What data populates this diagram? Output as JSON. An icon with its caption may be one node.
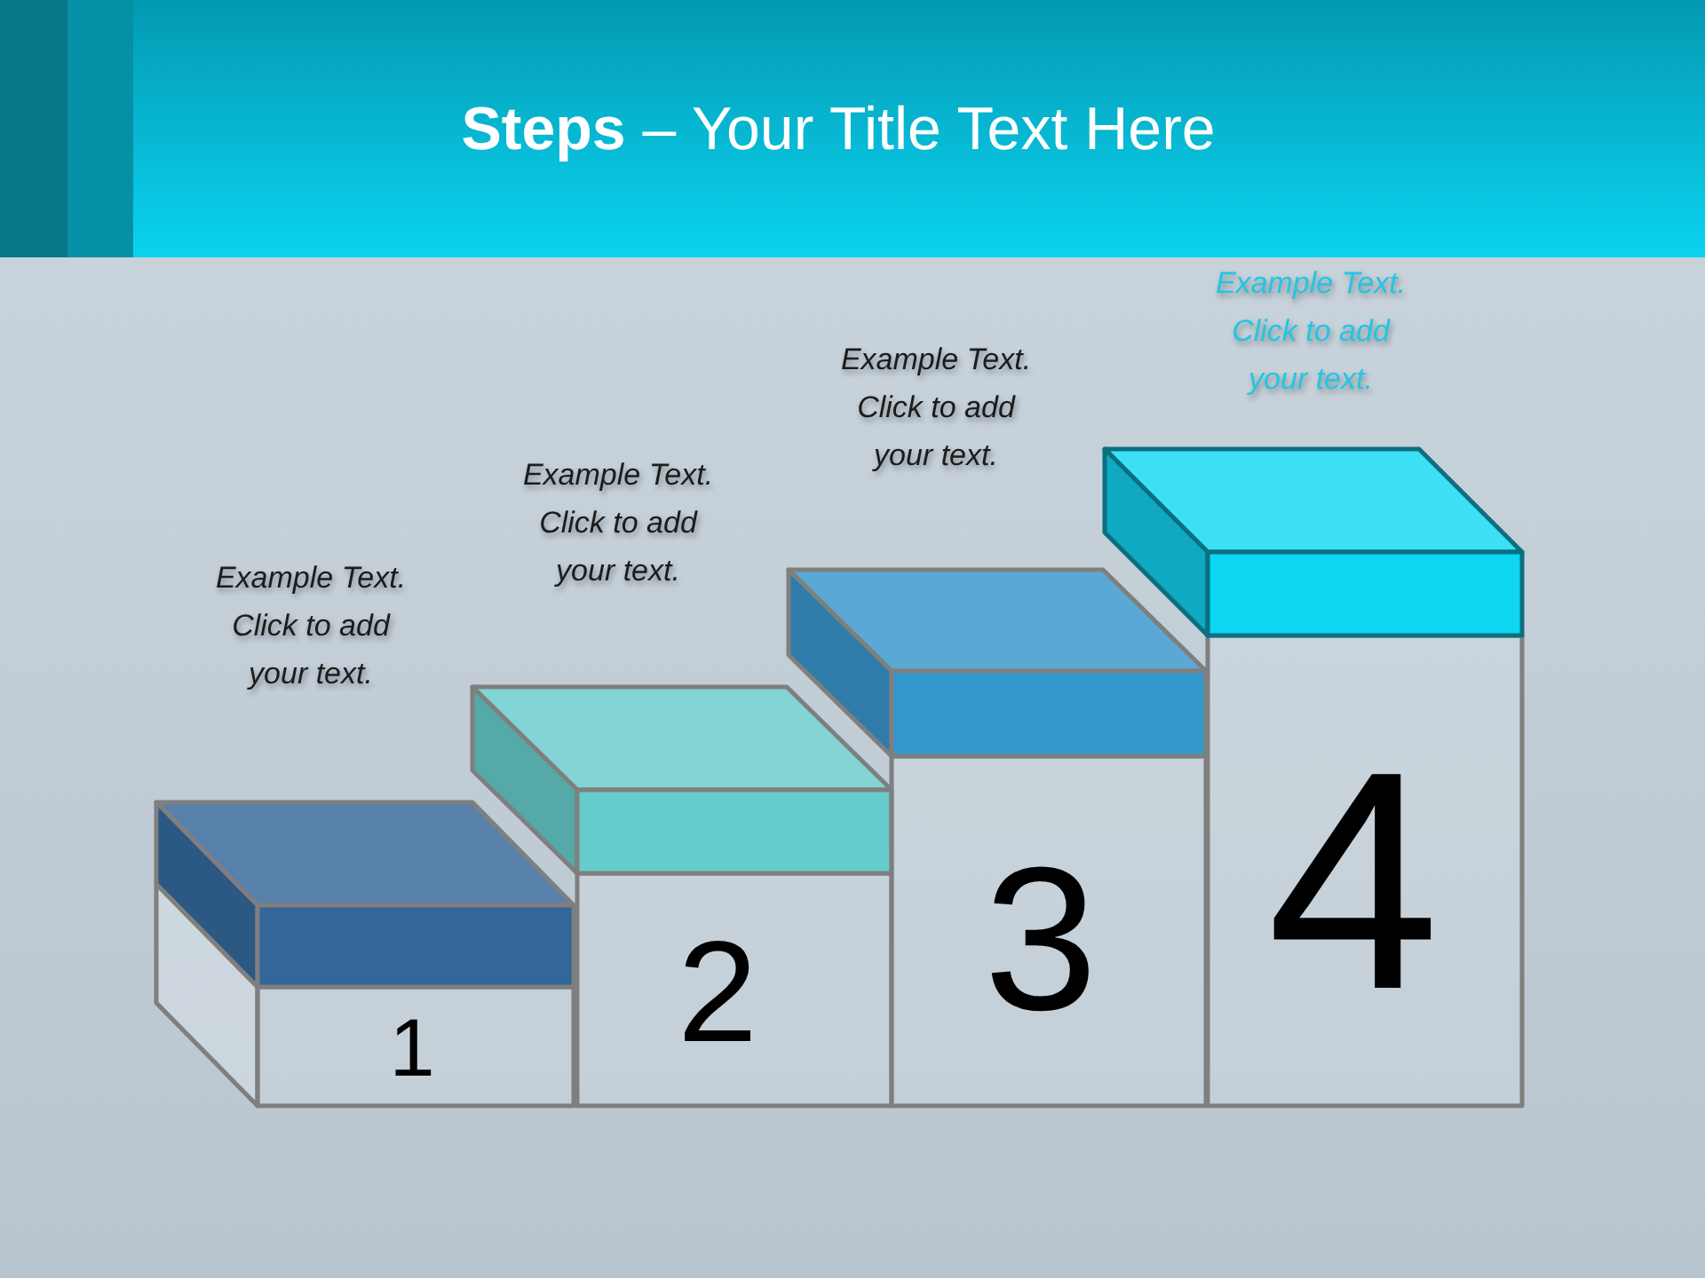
{
  "diagram": {
    "title": "**Steps** – Your Title Text Here",
    "nodes": [
      {
        "text": [
          "1"
        ]
      },
      {
        "text": [
          "2"
        ]
      },
      {
        "text": [
          "3"
        ]
      },
      {
        "text": [
          "4"
        ]
      }
    ],
    "labels": [
      "Example Text. Click to add your text.",
      "Example Text. Click to add your text.",
      "Example Text. Click to add your text.",
      "Example Text. Click to add your text."
    ]
  }
}
